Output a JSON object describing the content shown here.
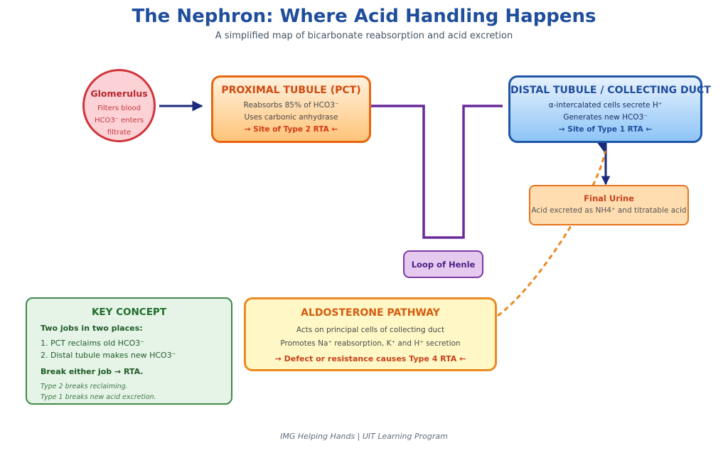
{
  "header": {
    "title": "The Nephron: Where Acid Handling Happens",
    "subtitle": "A simplified map of bicarbonate reabsorption and acid excretion"
  },
  "glomerulus": {
    "title": "Glomerulus",
    "lines": [
      "Filters blood",
      "HCO3⁻ enters",
      "filtrate"
    ]
  },
  "pct": {
    "title": "PROXIMAL TUBULE (PCT)",
    "lines": [
      "Reabsorbs 85% of HCO3⁻",
      "Uses carbonic anhydrase"
    ],
    "site": "→ Site of Type 2 RTA ←"
  },
  "dct": {
    "title": "DISTAL TUBULE / COLLECTING DUCT",
    "lines": [
      "α-intercalated cells secrete H⁺",
      "Generates new HCO3⁻"
    ],
    "site": "→ Site of Type 1 RTA ←"
  },
  "urine": {
    "title": "Final Urine",
    "text": "Acid excreted as NH4⁺ and titratable acid"
  },
  "henle": {
    "label": "Loop of Henle"
  },
  "key_concept": {
    "title": "KEY CONCEPT",
    "intro": "Two jobs in two places:",
    "items": [
      "1. PCT reclaims old HCO3⁻",
      "2. Distal tubule makes new HCO3⁻"
    ],
    "conclusion": "Break either job → RTA.",
    "notes": [
      "Type 2 breaks reclaiming.",
      "Type 1 breaks new acid excretion."
    ]
  },
  "aldosterone": {
    "title": "ALDOSTERONE PATHWAY",
    "lines": [
      "Acts on principal cells of collecting duct",
      "Promotes Na⁺ reabsorption, K⁺ and H⁺ secretion"
    ],
    "defect": "→ Defect or resistance causes Type 4 RTA ←"
  },
  "footer": "IMG Helping Hands | UIT Learning Program",
  "colors": {
    "arrow": "#1b2a7a",
    "loop": "#6a2a9a",
    "dashed": "#ec8a22"
  }
}
